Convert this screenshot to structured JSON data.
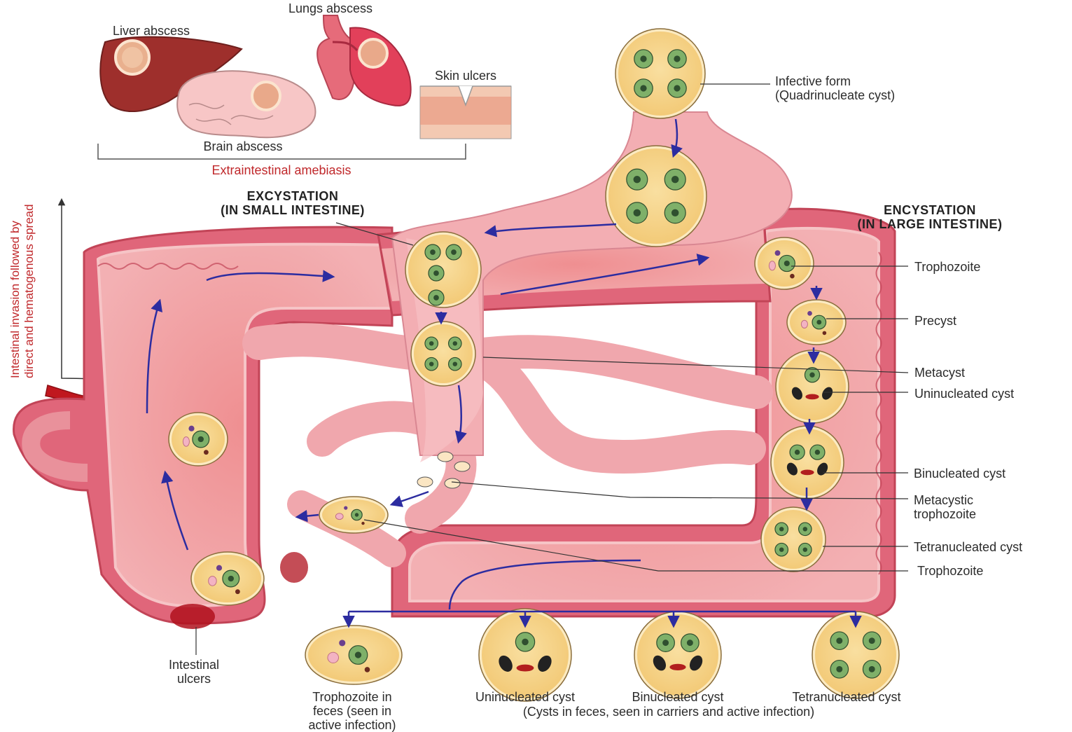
{
  "extraintestinal": {
    "lungs": "Lungs abscess",
    "liver": "Liver abscess",
    "skin": "Skin ulcers",
    "brain": "Brain abscess",
    "group_label": "Extraintestinal amebiasis"
  },
  "side_note": {
    "line1": "Intestinal invasion followed by",
    "line2": "direct and hematogenous  spread"
  },
  "excystation": {
    "line1": "EXCYSTATION",
    "line2": "(IN SMALL INTESTINE)"
  },
  "encystation": {
    "line1": "ENCYSTATION",
    "line2": "(IN LARGE INTESTINE)"
  },
  "infective": {
    "line1": "Infective form",
    "line2": "(Quadrinucleate cyst)"
  },
  "right_labels": {
    "trophozoite": "Trophozoite",
    "precyst": "Precyst",
    "metacyst": "Metacyst",
    "uninucleated": "Uninucleated cyst",
    "binucleated": "Binucleated cyst",
    "metacystic_1": "Metacystic",
    "metacystic_2": "trophozoite",
    "tetranucleated": "Tetranucleated cyst",
    "trophozoite_2": "Trophozoite"
  },
  "ulcers": {
    "line1": "Intestinal",
    "line2": "ulcers"
  },
  "feces": {
    "troph_1": "Trophozoite in",
    "troph_2": "feces (seen in",
    "troph_3": "active infection)",
    "uni": "Uninucleated cyst",
    "bi": "Binucleated cyst",
    "tetra": "Tetranucleated cyst",
    "cysts_note": "(Cysts in feces, seen in carriers and active infection)"
  },
  "colors": {
    "gut_wall": "#e0667a",
    "gut_lumen": "#f0a7ad",
    "gut_dark": "#d9505e",
    "cyst_fill": "#f7d58c",
    "cyst_rim": "#fbeac1",
    "nucleus": "#7fb069",
    "arrow": "#2c2ca0",
    "label_red": "#c0282b"
  }
}
